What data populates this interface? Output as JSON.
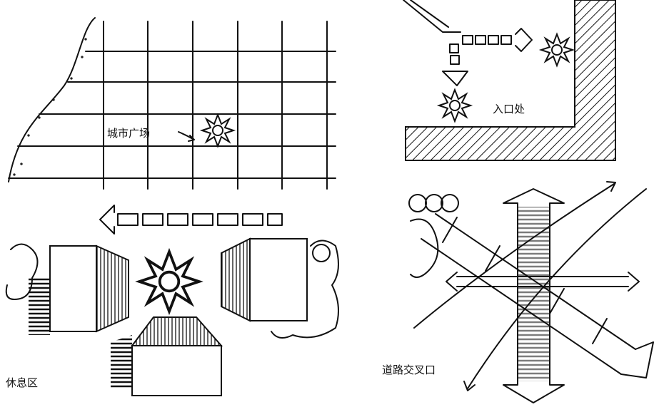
{
  "panels": {
    "city_square": {
      "label": "城市广场"
    },
    "entrance": {
      "label": "入口处"
    },
    "rest_area": {
      "label": "休息区"
    },
    "crossroad": {
      "label": "道路交叉口"
    }
  },
  "colors": {
    "ink": "#111111",
    "paper": "#ffffff"
  }
}
